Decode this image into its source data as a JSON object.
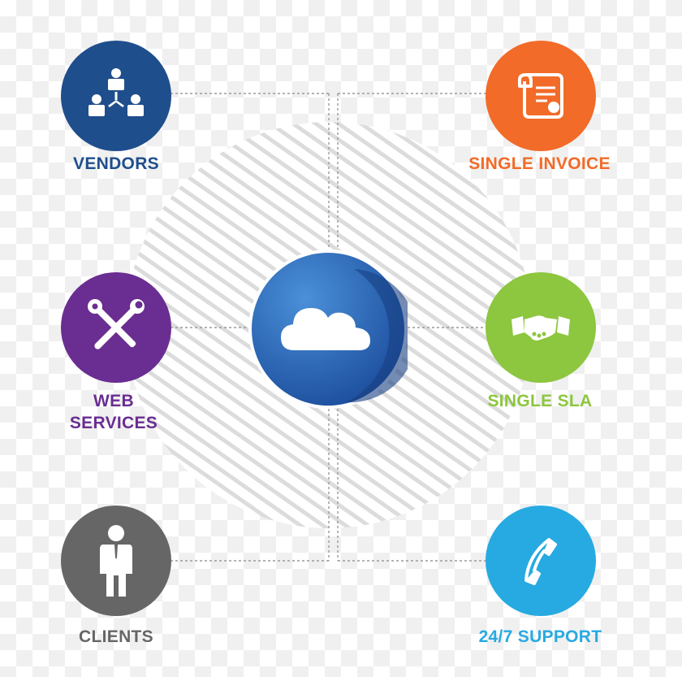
{
  "nodes": {
    "vendors": {
      "label": "VENDORS",
      "color": "#1f4e8c",
      "icon": "hierarchy-people-icon"
    },
    "single_invoice": {
      "label": "SINGLE INVOICE",
      "color": "#f26b28",
      "icon": "invoice-scroll-icon"
    },
    "web_services": {
      "label_line1": "WEB",
      "label_line2": "SERVICES",
      "color": "#6a2d91",
      "icon": "tools-icon"
    },
    "single_sla": {
      "label": "SINGLE SLA",
      "color": "#8dc63f",
      "icon": "handshake-icon"
    },
    "clients": {
      "label": "CLIENTS",
      "color": "#666666",
      "icon": "businessman-icon"
    },
    "support": {
      "label": "24/7 SUPPORT",
      "color": "#27aae1",
      "icon": "phone-icon"
    }
  },
  "center": {
    "icon": "cloud-icon",
    "color": "#2a6bbf"
  }
}
